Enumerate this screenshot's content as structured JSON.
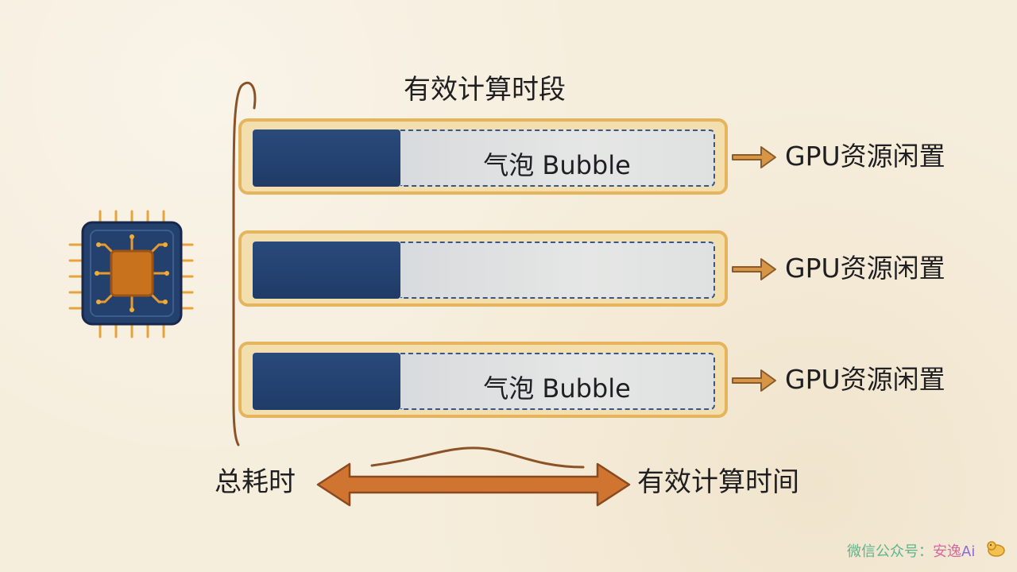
{
  "heading": "有效计算时段",
  "rows": [
    {
      "bubble_label": "气泡 Bubble",
      "idle_label": "GPU资源闲置"
    },
    {
      "bubble_label": "",
      "idle_label": "GPU资源闲置"
    },
    {
      "bubble_label": "气泡 Bubble",
      "idle_label": "GPU资源闲置"
    }
  ],
  "bottom": {
    "left_label": "总耗时",
    "right_label": "有效计算时间"
  },
  "watermark": {
    "prefix": "微信公众号：",
    "name": "安逸",
    "suffix": "Ai"
  },
  "icons": {
    "chip": "gpu-chip-icon",
    "arrow": "right-arrow-icon",
    "double_arrow": "double-arrow-icon",
    "bracket": "bracket-icon",
    "mascot": "mascot-icon"
  },
  "colors": {
    "compute": "#1f3b67",
    "bubble": "#dfe1e1",
    "frame": "#e5b45c",
    "arrow": "#c8742f"
  }
}
